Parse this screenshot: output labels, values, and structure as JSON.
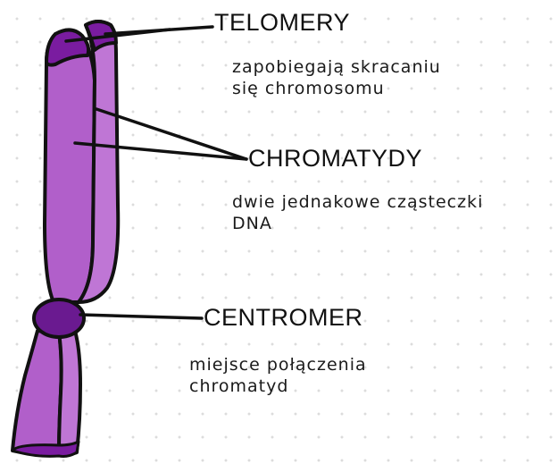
{
  "colors": {
    "chromatid_fill": "#b15fca",
    "chromatid_light": "#bf76d5",
    "telomere_fill": "#7a1ca0",
    "centromere_fill": "#6a1a90",
    "outline": "#111111"
  },
  "labels": [
    {
      "key": "telomeres",
      "title": "TELOMERY",
      "description": [
        "zapobiegają skracaniu",
        "się chromosomu"
      ]
    },
    {
      "key": "chromatids",
      "title": "CHROMATYDY",
      "description": [
        "dwie jednakowe cząsteczki",
        "DNA"
      ]
    },
    {
      "key": "centromere",
      "title": "CENTROMER",
      "description": [
        "miejsce połączenia",
        "chromatyd"
      ]
    }
  ]
}
